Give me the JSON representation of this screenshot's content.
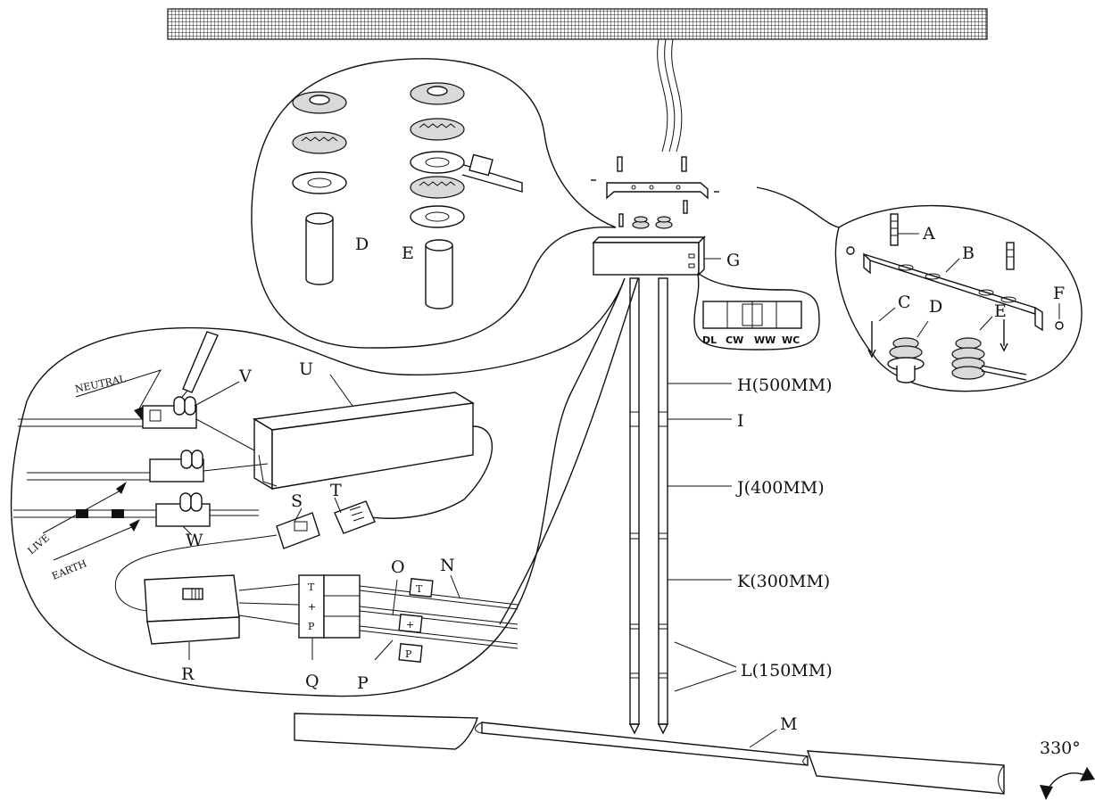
{
  "labels": {
    "A": "A",
    "B": "B",
    "C": "C",
    "D": "D",
    "E": "E",
    "F": "F",
    "G": "G",
    "H": "H(500MM)",
    "I": "I",
    "J": "J(400MM)",
    "K": "K(300MM)",
    "L": "L(150MM)",
    "M": "M",
    "N": "N",
    "O": "O",
    "P": "P",
    "Q": "Q",
    "R": "R",
    "S": "S",
    "T": "T",
    "U": "U",
    "V": "V",
    "W": "W",
    "D_left": "D",
    "E_left": "E"
  },
  "wires": {
    "neutral": "NEUTRAL",
    "live": "LIVE",
    "earth": "EARTH"
  },
  "switch_labels": [
    "DL",
    "CW",
    "WW",
    "WC"
  ],
  "rotation": {
    "value": "330°"
  }
}
